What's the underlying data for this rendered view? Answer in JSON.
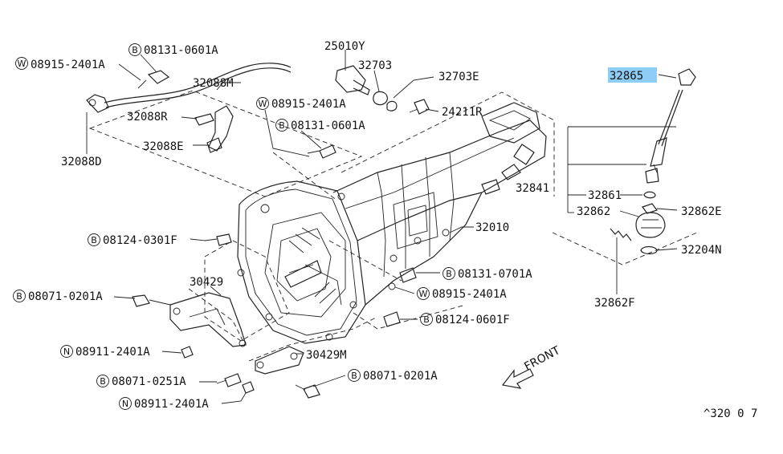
{
  "labels": {
    "p32088d": "32088D",
    "p32088r": "32088R",
    "p32088e": "32088E",
    "p32088m": "32088M",
    "p25010y": "25010Y",
    "p32703": "32703",
    "p32703e": "32703E",
    "p24211r": "24211R",
    "p32010": "32010",
    "p32841": "32841",
    "p32861": "32861",
    "p32862": "32862",
    "p32862e": "32862E",
    "p32862f": "32862F",
    "p32204n": "32204N",
    "p32865": "32865",
    "p30429": "30429",
    "p30429m": "30429M",
    "front": "FRONT",
    "ref_code": "^320 0 7"
  },
  "fasteners": {
    "w08915_2401a_top": {
      "prefix": "W",
      "code": "08915-2401A"
    },
    "b08131_0601a_top": {
      "prefix": "B",
      "code": "08131-0601A"
    },
    "w08915_2401a_mid": {
      "prefix": "W",
      "code": "08915-2401A"
    },
    "b08131_0601a_mid": {
      "prefix": "B",
      "code": "08131-0601A"
    },
    "b08124_0301f": {
      "prefix": "B",
      "code": "08124-0301F"
    },
    "b08071_0201a_left": {
      "prefix": "B",
      "code": "08071-0201A"
    },
    "n08911_2401a_a": {
      "prefix": "N",
      "code": "08911-2401A"
    },
    "b08071_0251a": {
      "prefix": "B",
      "code": "08071-0251A"
    },
    "n08911_2401a_b": {
      "prefix": "N",
      "code": "08911-2401A"
    },
    "b08071_0201a_right": {
      "prefix": "B",
      "code": "08071-0201A"
    },
    "b08131_0701a": {
      "prefix": "B",
      "code": "08131-0701A"
    },
    "w08915_2401a_right": {
      "prefix": "W",
      "code": "08915-2401A"
    },
    "b08124_0601f": {
      "prefix": "B",
      "code": "08124-0601F"
    }
  },
  "highlight": {
    "target": "p32865",
    "color": "#8ecdf5"
  }
}
